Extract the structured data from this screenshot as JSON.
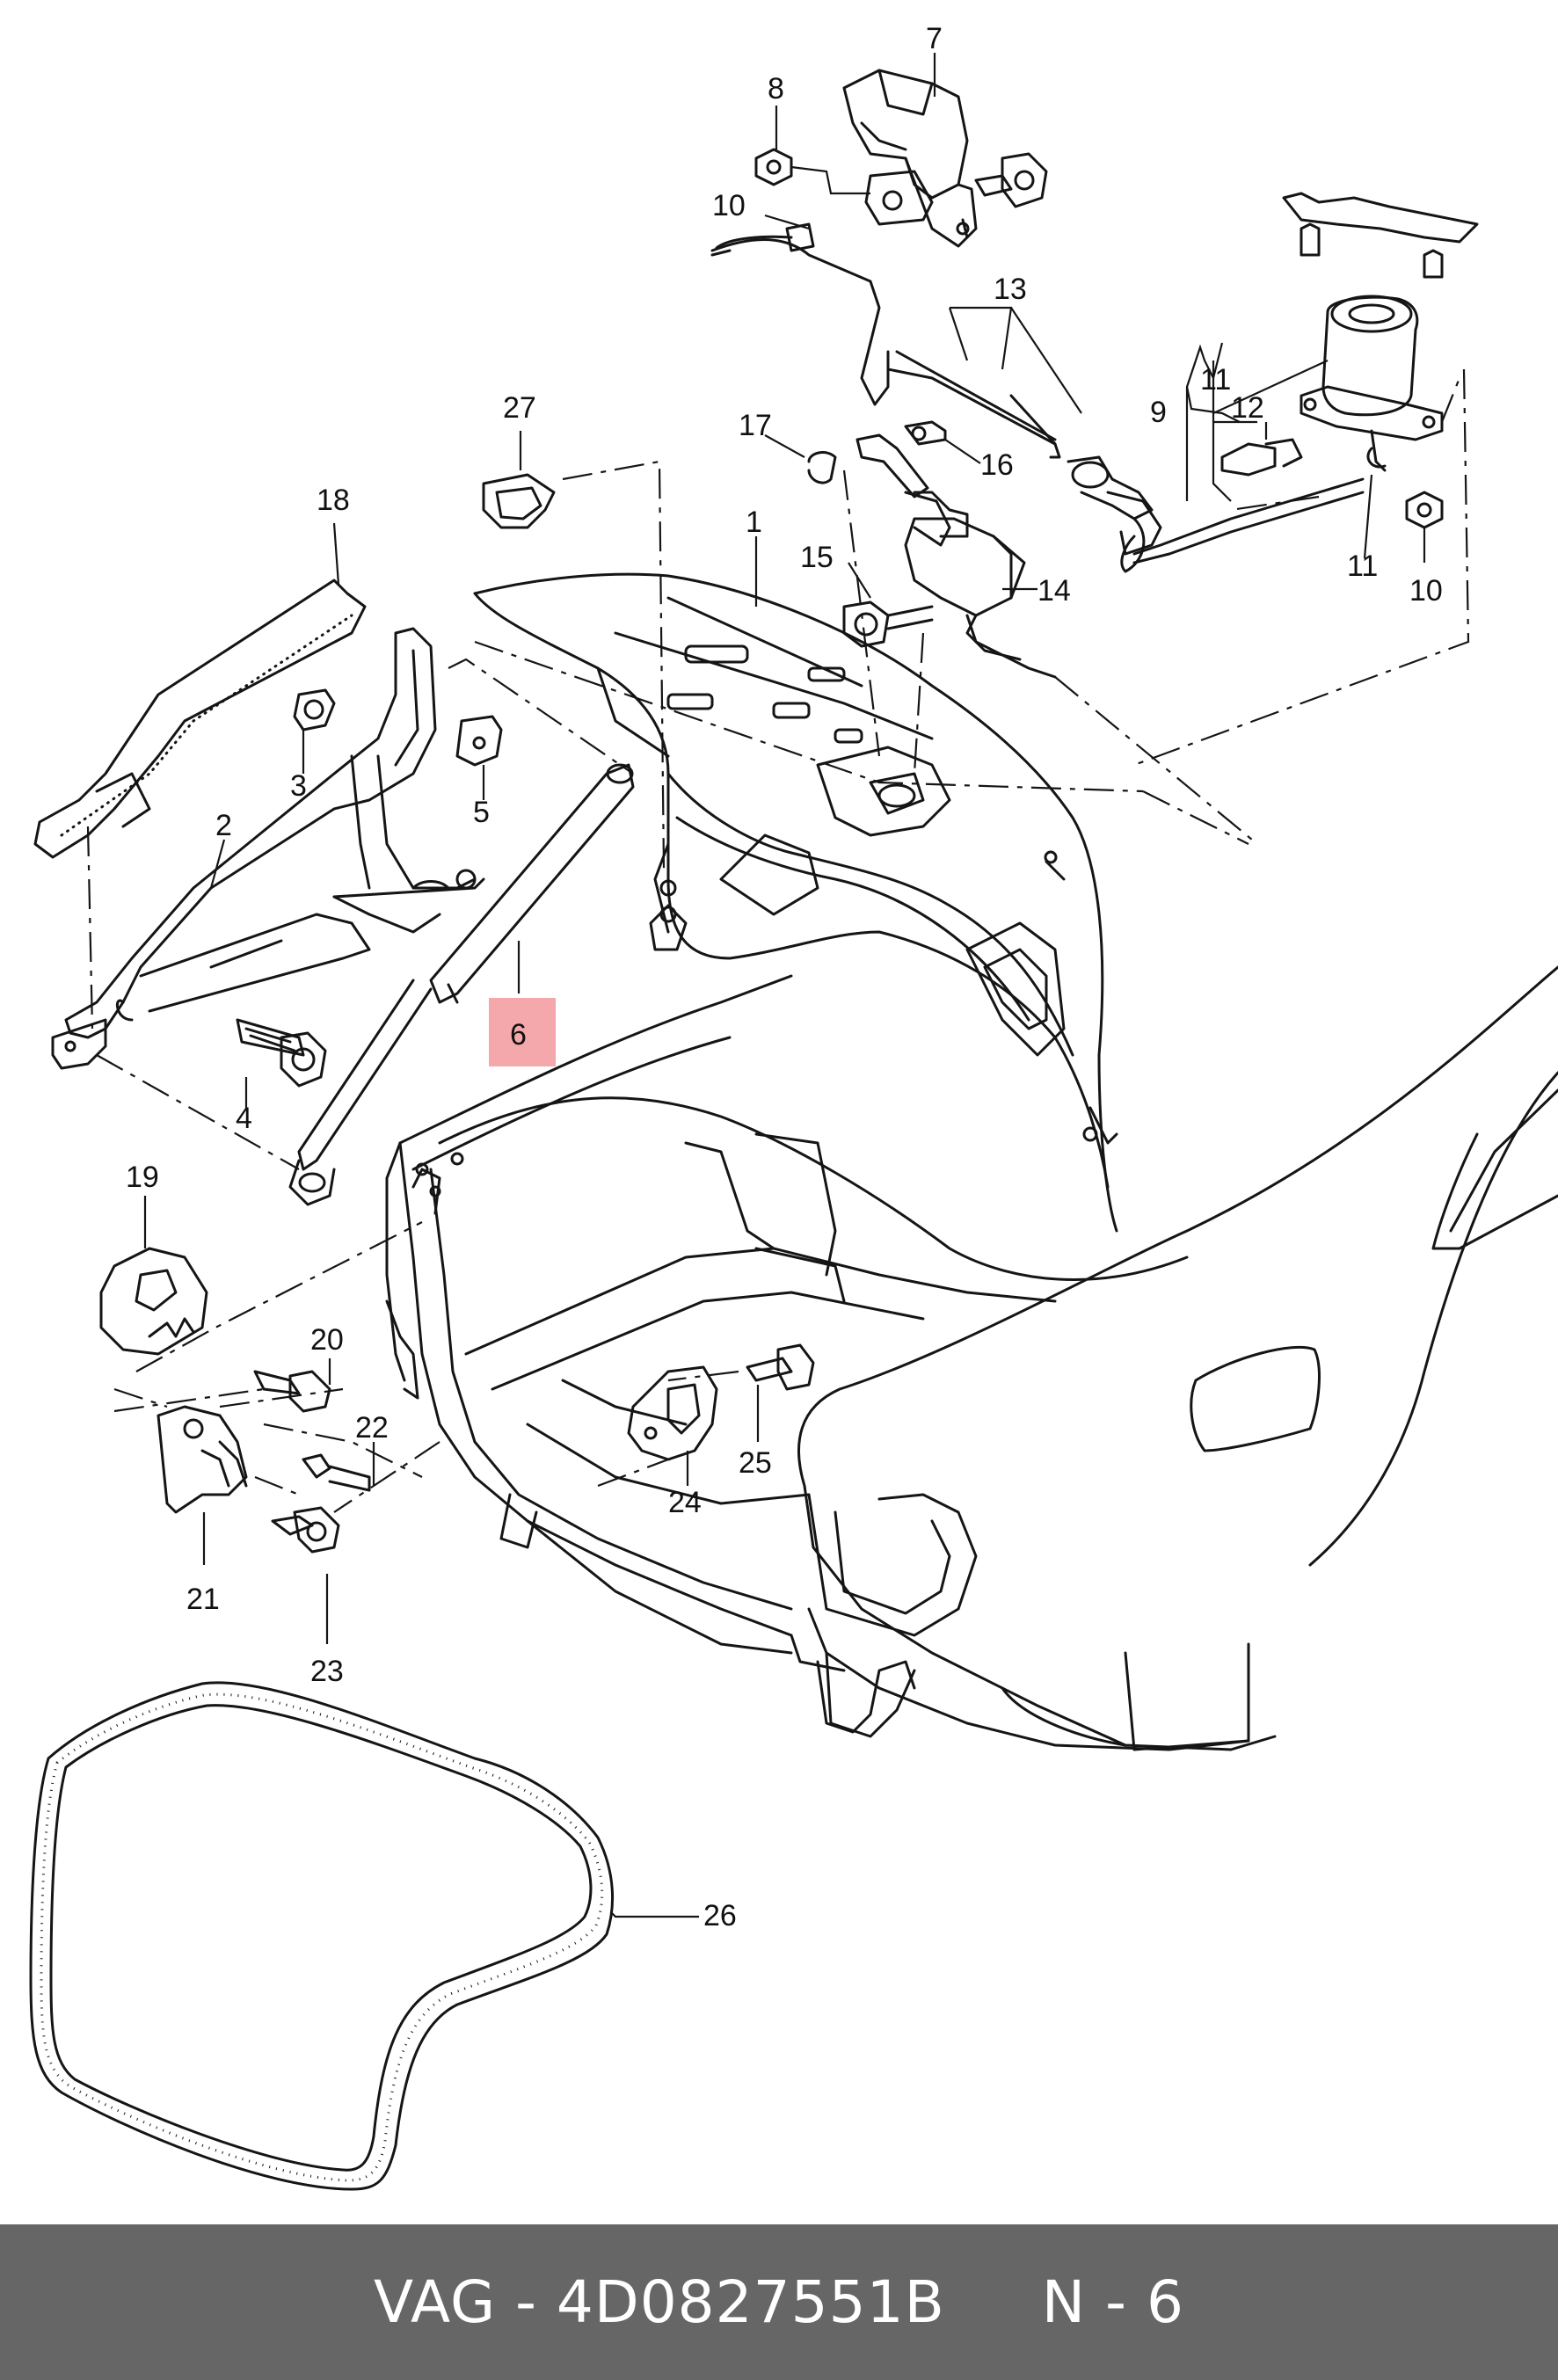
{
  "diagram": {
    "labels": [
      {
        "id": "1",
        "text": "1"
      },
      {
        "id": "2",
        "text": "2"
      },
      {
        "id": "3",
        "text": "3"
      },
      {
        "id": "4",
        "text": "4"
      },
      {
        "id": "5",
        "text": "5"
      },
      {
        "id": "6",
        "text": "6"
      },
      {
        "id": "7",
        "text": "7"
      },
      {
        "id": "8",
        "text": "8"
      },
      {
        "id": "9",
        "text": "9"
      },
      {
        "id": "10a",
        "text": "10"
      },
      {
        "id": "10b",
        "text": "10"
      },
      {
        "id": "11a",
        "text": "11"
      },
      {
        "id": "11b",
        "text": "11"
      },
      {
        "id": "12",
        "text": "12"
      },
      {
        "id": "13",
        "text": "13"
      },
      {
        "id": "14",
        "text": "14"
      },
      {
        "id": "15",
        "text": "15"
      },
      {
        "id": "16",
        "text": "16"
      },
      {
        "id": "17",
        "text": "17"
      },
      {
        "id": "18",
        "text": "18"
      },
      {
        "id": "19",
        "text": "19"
      },
      {
        "id": "20",
        "text": "20"
      },
      {
        "id": "21",
        "text": "21"
      },
      {
        "id": "22",
        "text": "22"
      },
      {
        "id": "23",
        "text": "23"
      },
      {
        "id": "24",
        "text": "24"
      },
      {
        "id": "25",
        "text": "25"
      },
      {
        "id": "26",
        "text": "26"
      },
      {
        "id": "27",
        "text": "27"
      }
    ],
    "highlighted_part": "6",
    "highlight_color": "#f4a8ac"
  },
  "footer": {
    "text": "VAG - 4D0827551B     N - 6",
    "background": "#666666"
  }
}
